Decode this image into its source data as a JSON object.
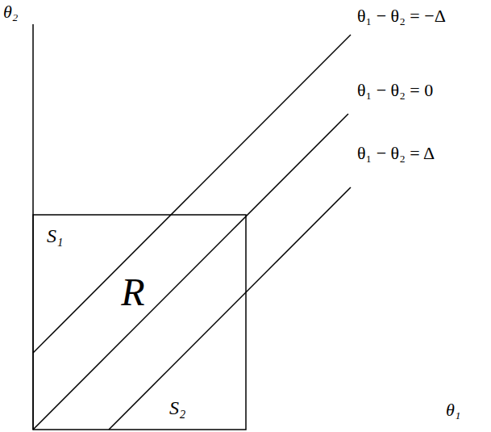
{
  "diagram": {
    "labels": [
      "θ₂",
      "θ₁ − θ₂ = −Δ",
      "θ₁ − θ₂ = 0",
      "θ₁ − θ₂ = Δ",
      "S₁",
      "R",
      "S₂",
      "θ₁"
    ]
  }
}
